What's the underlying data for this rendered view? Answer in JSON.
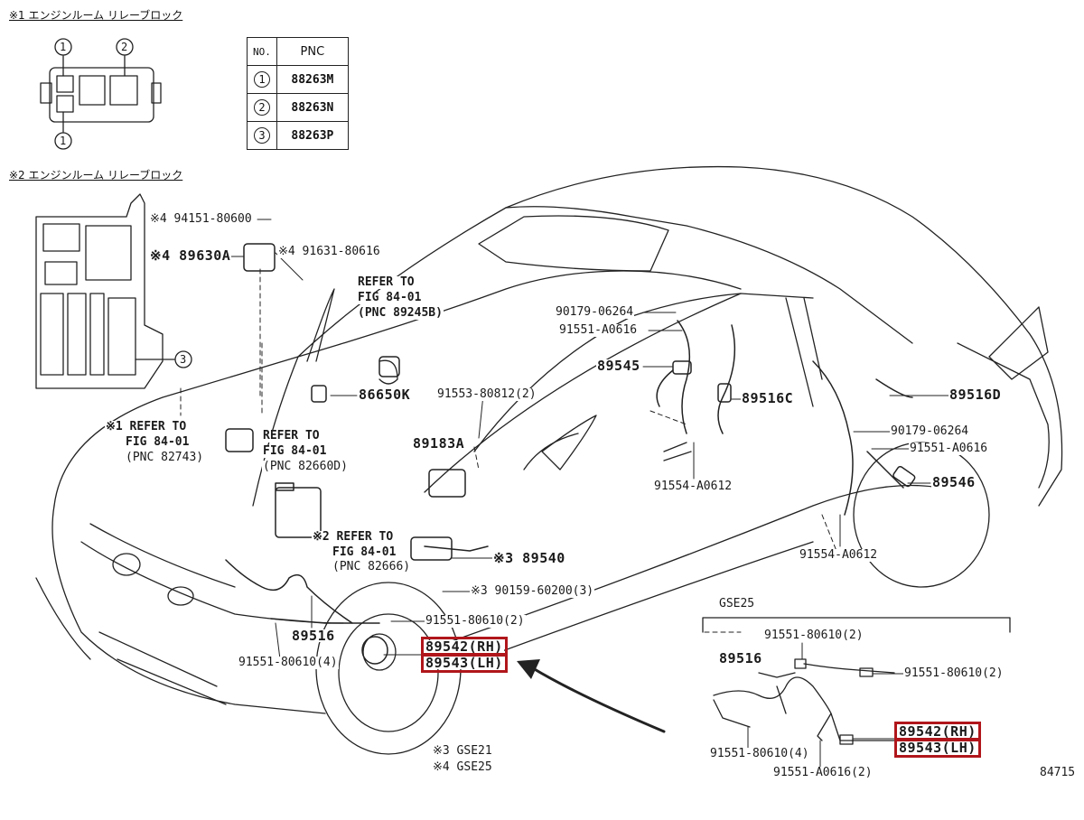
{
  "inset1": {
    "title": "※1 エンジンルーム リレーブロック",
    "callouts": [
      "1",
      "2",
      "1"
    ]
  },
  "inset2": {
    "title": "※2 エンジンルーム リレーブロック",
    "callout": "3"
  },
  "pnc_table": {
    "headers": [
      "NO.",
      "PNC"
    ],
    "rows": [
      {
        "no": "1",
        "pnc": "88263M"
      },
      {
        "no": "2",
        "pnc": "88263N"
      },
      {
        "no": "3",
        "pnc": "88263P"
      }
    ]
  },
  "labels": {
    "p94151": "※4 94151-80600",
    "p89630a": "※4 89630A",
    "p91631": "※4 91631-80616",
    "refer_89245b": [
      "REFER TO",
      "FIG 84-01",
      "(PNC 89245B)"
    ],
    "p86650k": "86650K",
    "p91553": "91553-80812(2)",
    "p90179_top": "90179-06264",
    "p91551_a0616_top": "91551-A0616",
    "p89545": "89545",
    "p89516c": "89516C",
    "p89516d": "89516D",
    "p90179_right": "90179-06264",
    "p91551_a0616_right": "91551-A0616",
    "p89546": "89546",
    "p91554_mid": "91554-A0612",
    "p91554_right": "91554-A0612",
    "refer_82743": [
      "※1 REFER TO",
      "FIG 84-01",
      "(PNC 82743)"
    ],
    "refer_82660d": [
      "REFER TO",
      "FIG 84-01",
      "(PNC 82660D)"
    ],
    "refer_82666": [
      "※2 REFER TO",
      "FIG 84-01",
      "(PNC 82666)"
    ],
    "p89183a": "89183A",
    "p89540": "※3 89540",
    "p90159": "※3 90159-60200(3)",
    "p91551_80610_main": "91551-80610(2)",
    "p89516": "89516",
    "p89542_rh": "89542(RH)",
    "p89543_lh": "89543(LH)",
    "p91551_80610_4": "91551-80610(4)",
    "gse25_title": "GSE25",
    "g_91551_80610_top": "91551-80610(2)",
    "g_89516": "89516",
    "g_91551_80610_right": "91551-80610(2)",
    "g_89542_rh": "89542(RH)",
    "g_89543_lh": "89543(LH)",
    "g_91551_80610_4": "91551-80610(4)",
    "g_91551_a0616_2": "91551-A0616(2)",
    "note3": "※3 GSE21",
    "note4": "※4 GSE25",
    "fig_no": "84715"
  },
  "colors": {
    "highlight": "#b0161b",
    "line": "#222222"
  }
}
